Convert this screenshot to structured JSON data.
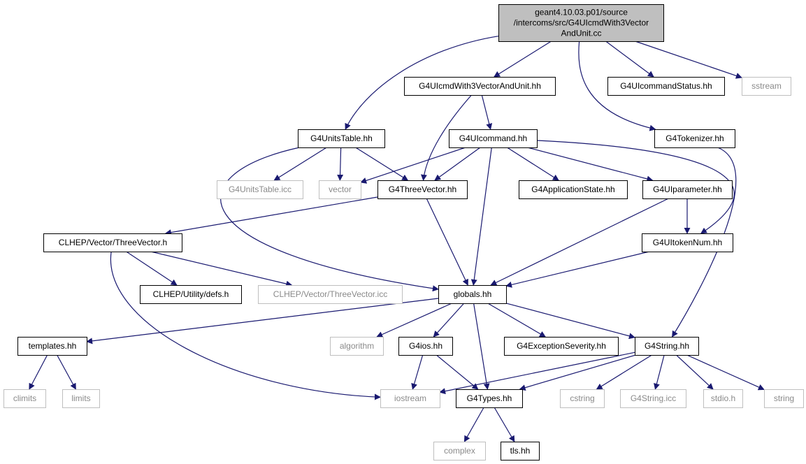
{
  "colors": {
    "edge": "#191970",
    "root_fill": "#bfbfbf",
    "node_border": "#000000",
    "system_border": "#bfbfbf",
    "system_text": "#8a8a8a",
    "text": "#000000"
  },
  "nodes": [
    {
      "id": "root",
      "kind": "root",
      "lines": [
        "geant4.10.03.p01/source",
        "/intercoms/src/G4UIcmdWith3Vector",
        "AndUnit.cc"
      ]
    },
    {
      "id": "cmd3vec",
      "kind": "file",
      "lines": [
        "G4UIcmdWith3VectorAndUnit.hh"
      ]
    },
    {
      "id": "cmdstatus",
      "kind": "file",
      "lines": [
        "G4UIcommandStatus.hh"
      ]
    },
    {
      "id": "sstream",
      "kind": "system",
      "lines": [
        "sstream"
      ]
    },
    {
      "id": "unitstable",
      "kind": "file",
      "lines": [
        "G4UnitsTable.hh"
      ]
    },
    {
      "id": "uicommand",
      "kind": "file",
      "lines": [
        "G4UIcommand.hh"
      ]
    },
    {
      "id": "tokenizer",
      "kind": "file",
      "lines": [
        "G4Tokenizer.hh"
      ]
    },
    {
      "id": "unitsicc",
      "kind": "system",
      "lines": [
        "G4UnitsTable.icc"
      ]
    },
    {
      "id": "vector",
      "kind": "system",
      "lines": [
        "vector"
      ]
    },
    {
      "id": "threevec",
      "kind": "file",
      "lines": [
        "G4ThreeVector.hh"
      ]
    },
    {
      "id": "appstate",
      "kind": "file",
      "lines": [
        "G4ApplicationState.hh"
      ]
    },
    {
      "id": "uiparam",
      "kind": "file",
      "lines": [
        "G4UIparameter.hh"
      ]
    },
    {
      "id": "clhepvec",
      "kind": "file",
      "lines": [
        "CLHEP/Vector/ThreeVector.h"
      ]
    },
    {
      "id": "tokennum",
      "kind": "file",
      "lines": [
        "G4UItokenNum.hh"
      ]
    },
    {
      "id": "defs",
      "kind": "file",
      "lines": [
        "CLHEP/Utility/defs.h"
      ]
    },
    {
      "id": "clhepicc",
      "kind": "system",
      "lines": [
        "CLHEP/Vector/ThreeVector.icc"
      ]
    },
    {
      "id": "globals",
      "kind": "file",
      "lines": [
        "globals.hh"
      ]
    },
    {
      "id": "templates",
      "kind": "file",
      "lines": [
        "templates.hh"
      ]
    },
    {
      "id": "algorithm",
      "kind": "system",
      "lines": [
        "algorithm"
      ]
    },
    {
      "id": "g4ios",
      "kind": "file",
      "lines": [
        "G4ios.hh"
      ]
    },
    {
      "id": "exsev",
      "kind": "file",
      "lines": [
        "G4ExceptionSeverity.hh"
      ]
    },
    {
      "id": "g4string",
      "kind": "file",
      "lines": [
        "G4String.hh"
      ]
    },
    {
      "id": "climits",
      "kind": "system",
      "lines": [
        "climits"
      ]
    },
    {
      "id": "limits",
      "kind": "system",
      "lines": [
        "limits"
      ]
    },
    {
      "id": "iostream",
      "kind": "system",
      "lines": [
        "iostream"
      ]
    },
    {
      "id": "g4types",
      "kind": "file",
      "lines": [
        "G4Types.hh"
      ]
    },
    {
      "id": "cstring",
      "kind": "system",
      "lines": [
        "cstring"
      ]
    },
    {
      "id": "stricc",
      "kind": "system",
      "lines": [
        "G4String.icc"
      ]
    },
    {
      "id": "stdio",
      "kind": "system",
      "lines": [
        "stdio.h"
      ]
    },
    {
      "id": "string",
      "kind": "system",
      "lines": [
        "string"
      ]
    },
    {
      "id": "complex",
      "kind": "system",
      "lines": [
        "complex"
      ]
    },
    {
      "id": "tls",
      "kind": "file",
      "lines": [
        "tls.hh"
      ]
    }
  ],
  "edges": [
    [
      "root",
      "cmd3vec"
    ],
    [
      "root",
      "cmdstatus"
    ],
    [
      "root",
      "sstream"
    ],
    [
      "root",
      "unitstable"
    ],
    [
      "root",
      "tokenizer"
    ],
    [
      "cmd3vec",
      "uicommand"
    ],
    [
      "cmd3vec",
      "threevec"
    ],
    [
      "unitstable",
      "unitsicc"
    ],
    [
      "unitstable",
      "vector"
    ],
    [
      "unitstable",
      "threevec"
    ],
    [
      "unitstable",
      "globals"
    ],
    [
      "uicommand",
      "vector"
    ],
    [
      "uicommand",
      "threevec"
    ],
    [
      "uicommand",
      "appstate"
    ],
    [
      "uicommand",
      "uiparam"
    ],
    [
      "uicommand",
      "tokennum"
    ],
    [
      "uicommand",
      "globals"
    ],
    [
      "tokenizer",
      "g4string"
    ],
    [
      "threevec",
      "clhepvec"
    ],
    [
      "threevec",
      "globals"
    ],
    [
      "uiparam",
      "tokennum"
    ],
    [
      "uiparam",
      "globals"
    ],
    [
      "tokennum",
      "globals"
    ],
    [
      "clhepvec",
      "defs"
    ],
    [
      "clhepvec",
      "clhepicc"
    ],
    [
      "clhepvec",
      "iostream"
    ],
    [
      "globals",
      "templates"
    ],
    [
      "globals",
      "algorithm"
    ],
    [
      "globals",
      "g4ios"
    ],
    [
      "globals",
      "exsev"
    ],
    [
      "globals",
      "g4string"
    ],
    [
      "globals",
      "g4types"
    ],
    [
      "templates",
      "climits"
    ],
    [
      "templates",
      "limits"
    ],
    [
      "g4ios",
      "iostream"
    ],
    [
      "g4ios",
      "g4types"
    ],
    [
      "g4string",
      "iostream"
    ],
    [
      "g4string",
      "g4types"
    ],
    [
      "g4string",
      "cstring"
    ],
    [
      "g4string",
      "stricc"
    ],
    [
      "g4string",
      "stdio"
    ],
    [
      "g4string",
      "string"
    ],
    [
      "g4types",
      "complex"
    ],
    [
      "g4types",
      "tls"
    ]
  ]
}
